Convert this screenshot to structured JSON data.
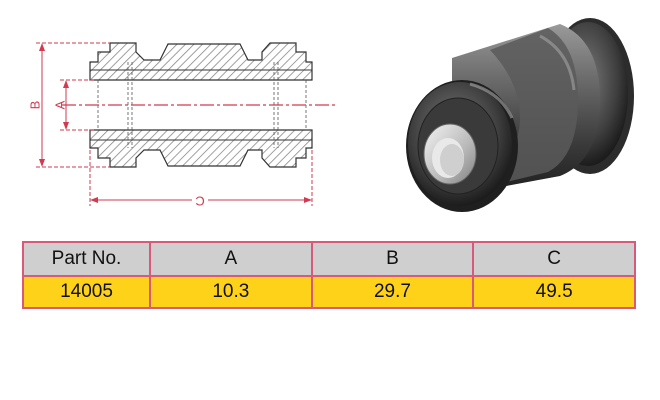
{
  "drawing": {
    "dimension_labels": {
      "a": "A",
      "b": "B",
      "c": "C"
    },
    "colors": {
      "dimension": "#d23a4f",
      "centerline": "#d23a4f",
      "outline": "#333333",
      "hatch": "#777777",
      "table_border": "#d95a78",
      "header_fill": "#cfcfcf",
      "row_fill": "#ffd21a"
    }
  },
  "table": {
    "headers": [
      "Part No.",
      "A",
      "B",
      "C"
    ],
    "rows": [
      [
        "14005",
        "10.3",
        "29.7",
        "49.5"
      ]
    ]
  }
}
